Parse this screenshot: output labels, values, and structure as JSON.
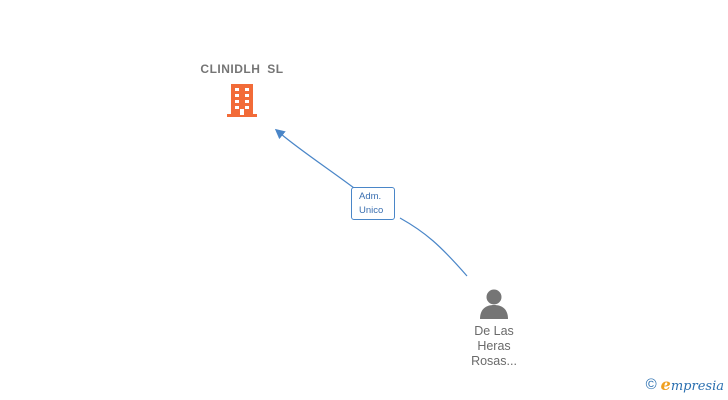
{
  "company": {
    "name": "CLINIDLH  SL",
    "icon": "building-icon",
    "color": "#f26b38"
  },
  "edge": {
    "label_line1": "Adm.",
    "label_line2": "Unico",
    "color": "#4a86c8"
  },
  "person": {
    "name_line1": "De Las",
    "name_line2": "Heras",
    "name_line3": "Rosas...",
    "icon": "person-icon",
    "color": "#757575"
  },
  "watermark": {
    "copyright": "©",
    "brand_first": "e",
    "brand_rest": "mpresia"
  }
}
